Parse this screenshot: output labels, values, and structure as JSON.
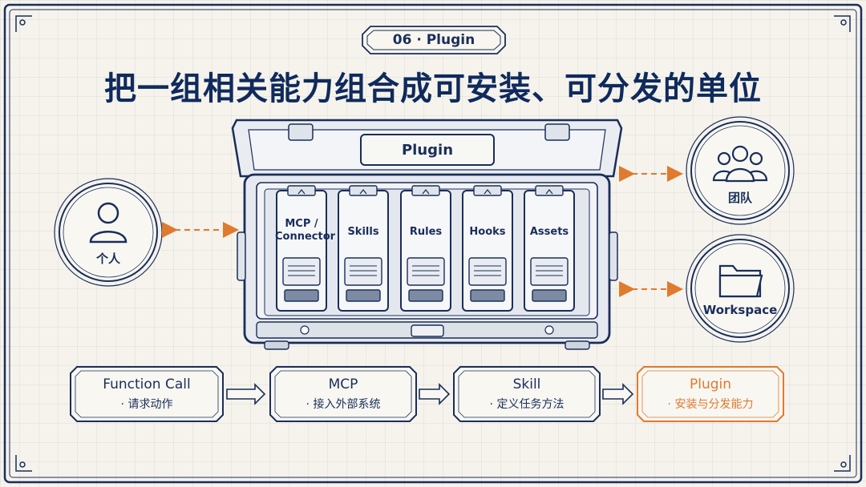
{
  "badge": "06 · Plugin",
  "title": "把一组相关能力组合成可安装、可分发的单位",
  "case_label": "Plugin",
  "modules": [
    {
      "label": "MCP / Connector"
    },
    {
      "label": "Skills"
    },
    {
      "label": "Rules"
    },
    {
      "label": "Hooks"
    },
    {
      "label": "Assets"
    }
  ],
  "nodes": {
    "individual": {
      "label": "个人",
      "icon": "person-icon"
    },
    "team": {
      "label": "团队",
      "icon": "team-icon"
    },
    "workspace": {
      "label": "Workspace",
      "icon": "folder-icon"
    }
  },
  "flow": [
    {
      "title": "Function Call",
      "sub": "· 请求动作"
    },
    {
      "title": "MCP",
      "sub": "· 接入外部系统"
    },
    {
      "title": "Skill",
      "sub": "· 定义任务方法"
    },
    {
      "title": "Plugin",
      "sub": "· 安装与分发能力"
    }
  ],
  "colors": {
    "ink": "#1a2e5a",
    "accent": "#e07a2e",
    "background": "#f5f3ec"
  }
}
